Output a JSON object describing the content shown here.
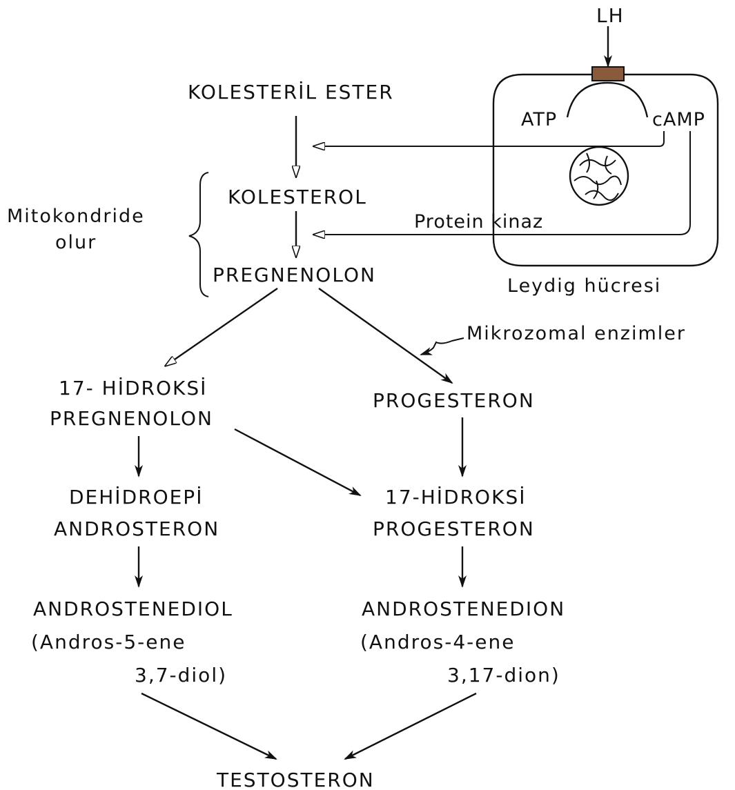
{
  "diagram": {
    "lh": "LH",
    "atp": "ATP",
    "camp": "cAMP",
    "protein_kinaz": "Protein kinaz",
    "leydig": "Leydig hücresi",
    "kolesteril_ester": "KOLESTERİL ESTER",
    "kolesterol": "KOLESTEROL",
    "pregnenolon": "PREGNENOLON",
    "mitokondride_1": "Mitokondride",
    "mitokondride_2": "olur",
    "mikrozomal": "Mikrozomal enzimler",
    "hidroksi_preg_1": "17- HİDROKSİ",
    "hidroksi_preg_2": "PREGNENOLON",
    "progesteron": "PROGESTERON",
    "dhea_1": "DEHİDROEPİ",
    "dhea_2": "ANDROSTERON",
    "hidroksi_prog_1": "17-HİDROKSİ",
    "hidroksi_prog_2": "PROGESTERON",
    "androstenediol_1": "ANDROSTENEDIOL",
    "androstenediol_2": "(Andros-5-ene",
    "androstenediol_3": "3,7-diol)",
    "androstenedion_1": "ANDROSTENEDION",
    "androstenedion_2": "(Andros-4-ene",
    "androstenedion_3": "3,17-dion)",
    "testosteron": "TESTOSTERON"
  }
}
